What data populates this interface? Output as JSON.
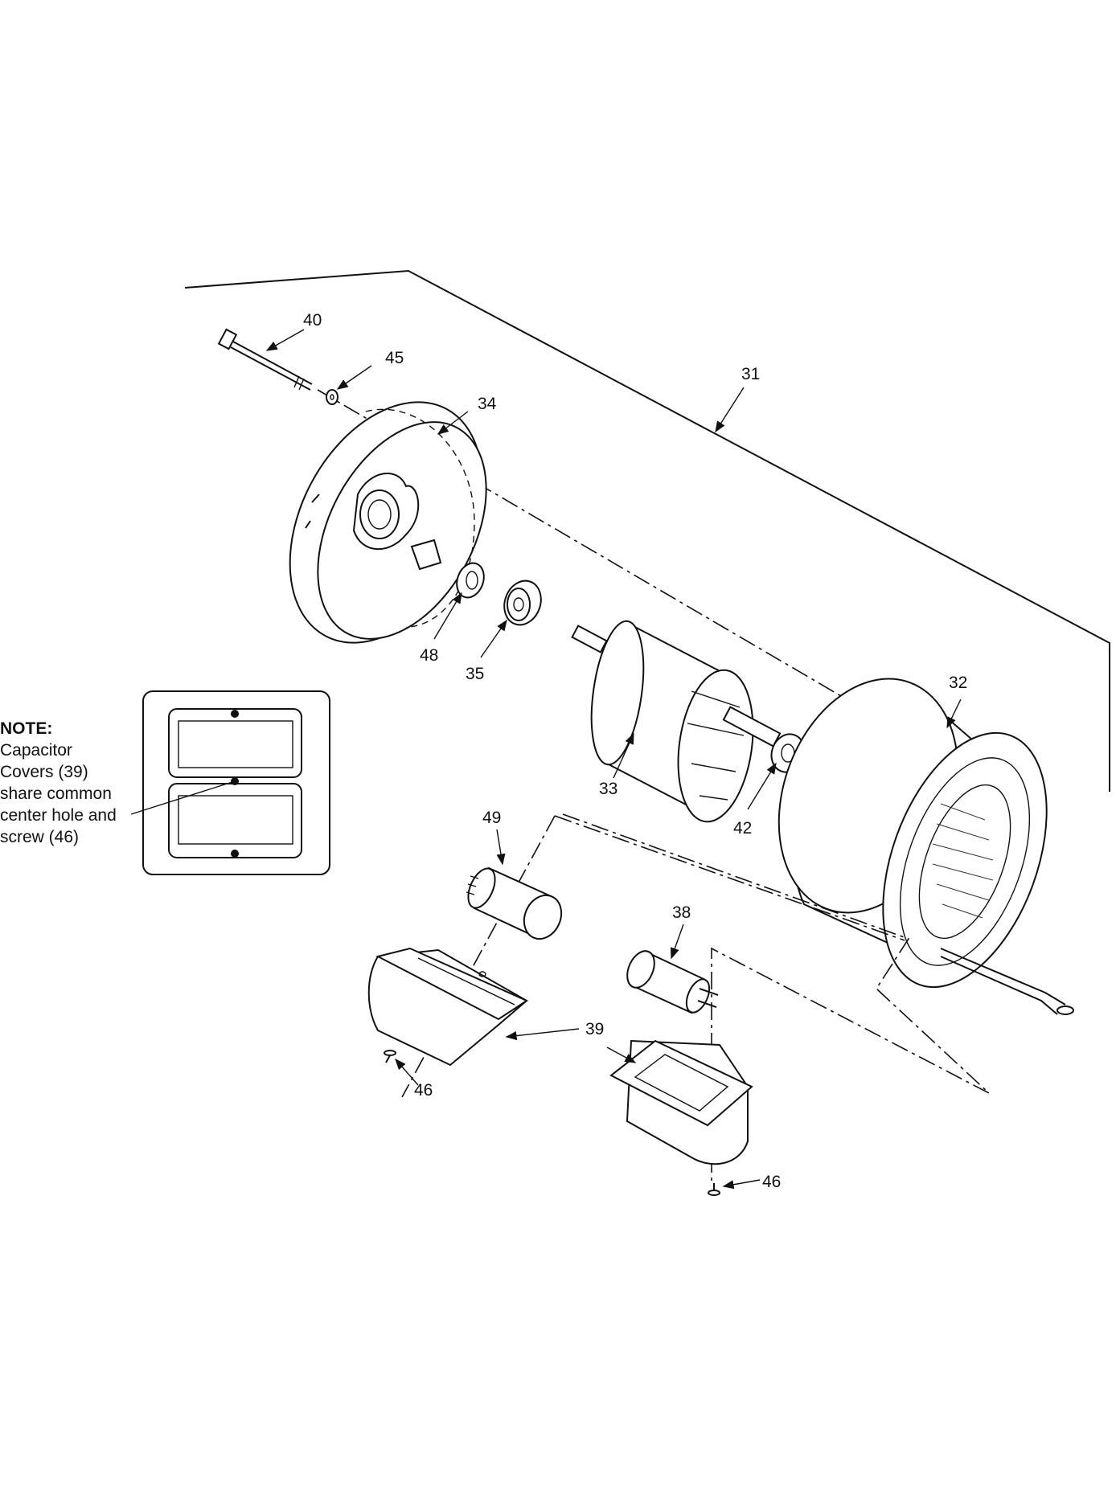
{
  "callouts": {
    "c31": "31",
    "c32": "32",
    "c33": "33",
    "c34": "34",
    "c35": "35",
    "c38": "38",
    "c39": "39",
    "c40": "40",
    "c42": "42",
    "c45": "45",
    "c46a": "46",
    "c46b": "46",
    "c48": "48",
    "c49": "49"
  },
  "note": {
    "title": "NOTE:",
    "lines": [
      "Capacitor",
      "Covers (39)",
      "share common",
      "center hole and",
      "screw (46)"
    ]
  }
}
